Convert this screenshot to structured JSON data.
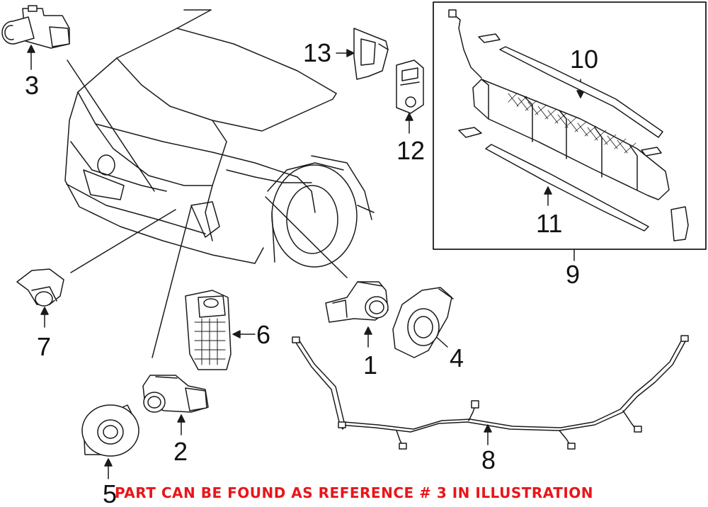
{
  "callouts": {
    "n1": "1",
    "n2": "2",
    "n3": "3",
    "n4": "4",
    "n5": "5",
    "n6": "6",
    "n7": "7",
    "n8": "8",
    "n9": "9",
    "n10": "10",
    "n11": "11",
    "n12": "12",
    "n13": "13"
  },
  "footer": {
    "note": "PART CAN BE FOUND AS REFERENCE # 3 IN ILLUSTRATION",
    "color": "#e8161a"
  },
  "icons": [
    "vehicle-front-outline",
    "parking-sensor",
    "sensor-retainer",
    "sensor-bracket",
    "wiring-harness",
    "bumper-absorber"
  ]
}
